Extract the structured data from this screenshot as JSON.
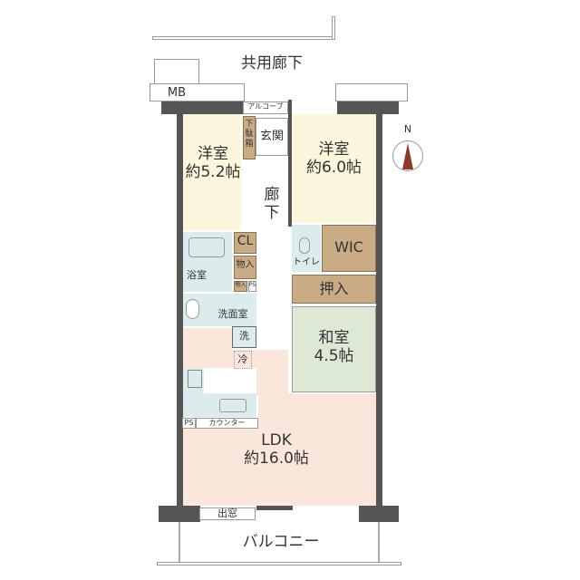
{
  "labels": {
    "corridor_common": "共用廊下",
    "mb": "MB",
    "alcove": "アルコーブ",
    "shoe_box": "下駄箱",
    "entrance": "玄関",
    "hallway": "廊下",
    "room_west": "洋室\n約5.2帖",
    "room_east": "洋室\n約6.0帖",
    "closet": "CL",
    "storage1": "物入",
    "storage2": "物入",
    "ps_small": "PS",
    "bathroom": "浴室",
    "washroom": "洗面室",
    "washer": "洗",
    "fridge": "冷",
    "toilet": "トイレ",
    "wic": "WIC",
    "oshiire": "押入",
    "washitsu": "和室\n4.5帖",
    "ps_kitchen": "PS",
    "counter": "カウンター",
    "ldk": "LDK\n約16.0帖",
    "bay_window": "出窓",
    "balcony": "バルコニー",
    "north": "N"
  },
  "colors": {
    "wall": "#555555",
    "western_room": "#fbf6dc",
    "storage": "#c9ab85",
    "wet_area": "#dcecec",
    "ldk": "#fbe6dc",
    "washitsu": "#dde9d5",
    "compass": "#8b3a2a"
  }
}
